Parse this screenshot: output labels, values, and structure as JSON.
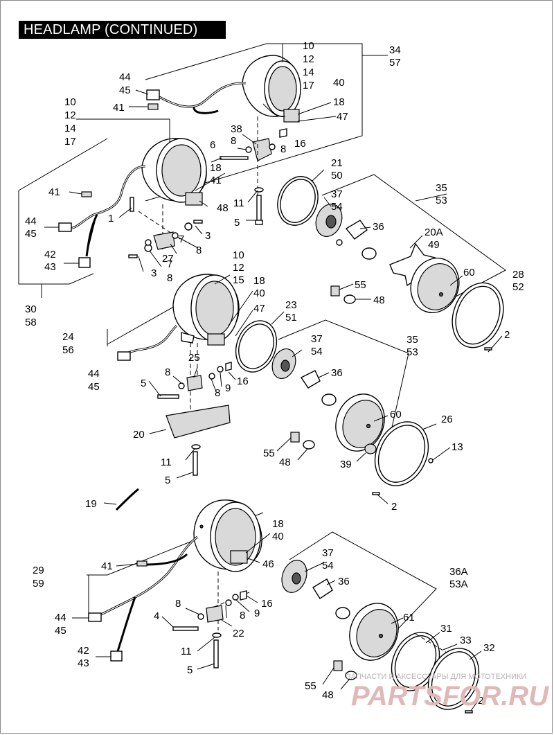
{
  "title": "HEADLAMP (CONTINUED)",
  "watermark": {
    "text": "ЗАПЧАСТИ И АКСЕССУАРЫ ДЛЯ МОТОТЕХНИКИ",
    "logo": "PARTSFOR.RU"
  },
  "callouts": {
    "c34": "34",
    "c57": "57",
    "c10a": "10",
    "c12a": "12",
    "c14a": "14",
    "c17a": "17",
    "c44a": "44",
    "c45a": "45",
    "c41a": "41",
    "c18a": "18",
    "c40a": "40",
    "c47a": "47",
    "c38": "38",
    "c8a": "8",
    "c6": "6",
    "c8b": "8",
    "c16a": "16",
    "c10b": "10",
    "c12b": "12",
    "c14b": "14",
    "c17b": "17",
    "c18b": "18",
    "c41b": "41",
    "c48a": "48",
    "c21": "21",
    "c50": "50",
    "c11a": "11",
    "c5a": "5",
    "c37a": "37",
    "c54a": "54",
    "c36a": "36",
    "c35a": "35",
    "c53a": "53",
    "c41c": "41",
    "c1": "1",
    "c44b": "44",
    "c45b": "45",
    "c3a": "3",
    "c7a": "7",
    "c8c": "8",
    "c27": "27",
    "c42a": "42",
    "c43a": "43",
    "c7b": "7",
    "c8d": "8",
    "c3b": "3",
    "c20A": "20A",
    "c49": "49",
    "c60a": "60",
    "c28": "28",
    "c52": "52",
    "c55a": "55",
    "c48b": "48",
    "c30": "30",
    "c58": "58",
    "c10c": "10",
    "c12c": "12",
    "c15": "15",
    "c18c": "18",
    "c40b": "40",
    "c47b": "47",
    "c23": "23",
    "c51": "51",
    "c2a": "2",
    "c24": "24",
    "c56": "56",
    "c37b": "37",
    "c54b": "54",
    "c35b": "35",
    "c53b": "53",
    "c25": "25",
    "c8e": "8",
    "c16b": "16",
    "c36b": "36",
    "c44c": "44",
    "c45c": "45",
    "c5b": "5",
    "c8f": "8",
    "c9a": "9",
    "c60b": "60",
    "c26": "26",
    "c20": "20",
    "c55b": "55",
    "c48c": "48",
    "c13": "13",
    "c39": "39",
    "c11b": "11",
    "c5c": "5",
    "c19": "19",
    "c2b": "2",
    "c18d": "18",
    "c40c": "40",
    "c29": "29",
    "c59": "59",
    "c41d": "41",
    "c46": "46",
    "c37c": "37",
    "c54c": "54",
    "c36A": "36A",
    "c53A": "53A",
    "c36c": "36",
    "c8g": "8",
    "c16c": "16",
    "c4": "4",
    "c8h": "8",
    "c9b": "9",
    "c44d": "44",
    "c45d": "45",
    "c61": "61",
    "c22": "22",
    "c31": "31",
    "c33": "33",
    "c42b": "42",
    "c43b": "43",
    "c32": "32",
    "c11c": "11",
    "c5d": "5",
    "c55c": "55",
    "c48d": "48",
    "c2c": "2"
  }
}
